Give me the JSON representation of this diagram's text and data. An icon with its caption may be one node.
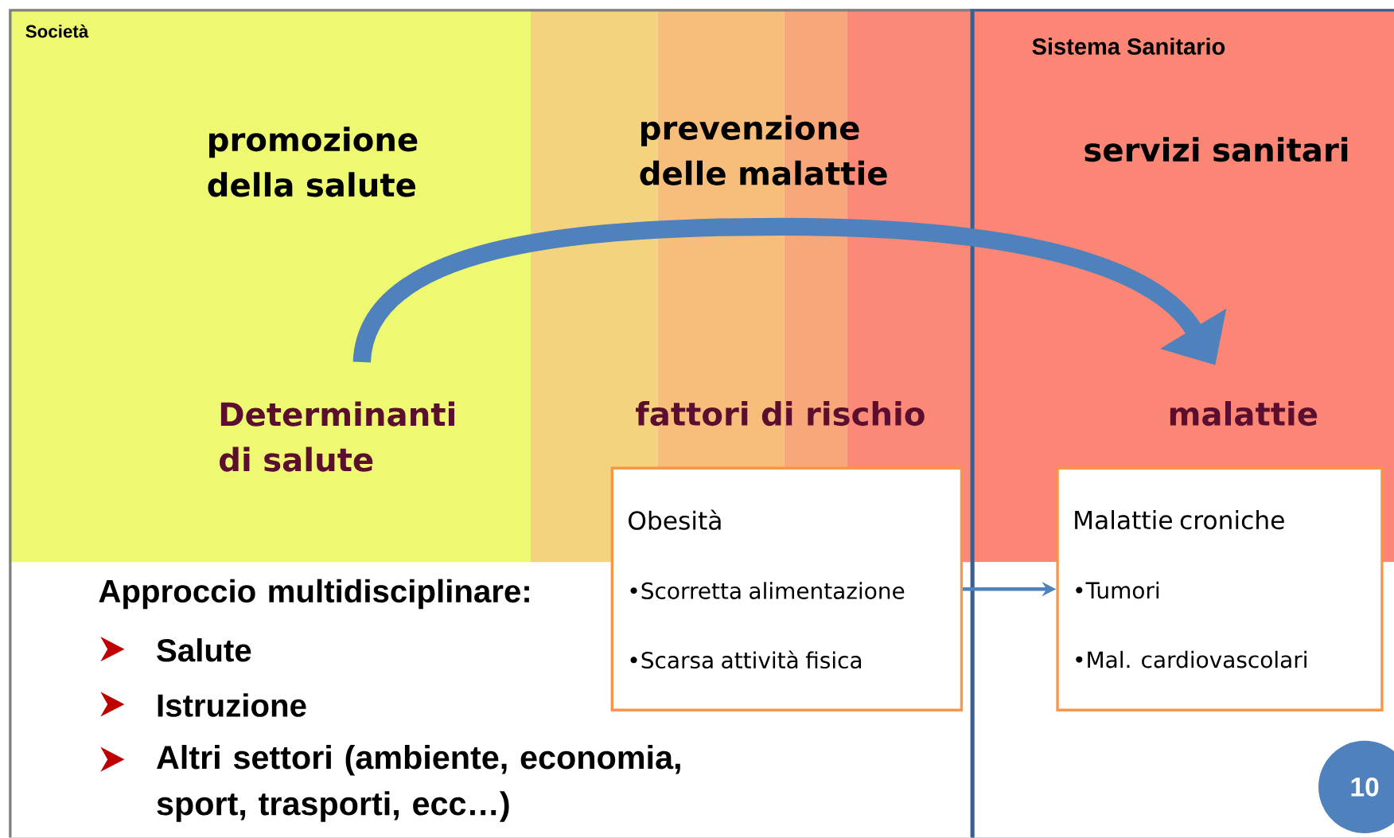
{
  "diagram": {
    "nodes": [
      {
        "text": [
          "Società"
        ]
      },
      {
        "text": [
          "Sistema Sanitario"
        ]
      },
      {
        "text": [
          "Determinanti di salute"
        ],
        "in": 0
      },
      {
        "text": [
          "malattie"
        ],
        "in": 1
      },
      {
        "text": [
          "Obesità",
          "•Scorretta alimentazione",
          "•Scarsa attività fisica"
        ],
        "in": 0
      },
      {
        "text": [
          "Malattie croniche",
          "•Tumori",
          "•Mal. cardiovascolari"
        ],
        "in": 1
      },
      {
        "text": [
          "10"
        ]
      }
    ],
    "edges": [
      {
        "from": 2,
        "to": 3,
        "arrow": "to",
        "style": "thick"
      },
      {
        "from": 4,
        "to": 5,
        "arrow": "to"
      }
    ],
    "labels": [
      "promozione della salute",
      "prevenzione delle malattie",
      "servizi sanitari",
      "fattori di rischio",
      "Approccio multidisciplinare:",
      "Salute",
      "Istruzione",
      "Altri settori (ambiente, economia, sport, trasporti, ecc…)"
    ]
  }
}
